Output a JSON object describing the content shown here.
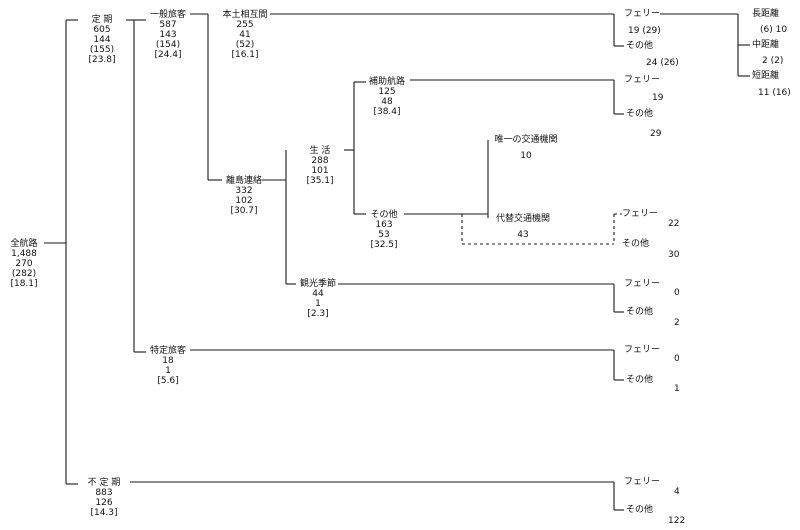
{
  "root": {
    "name": "全航路",
    "v1": "1,488",
    "v2": "270",
    "v3": "(282)",
    "v4": "[18.1]"
  },
  "teiki": {
    "name": "定 期",
    "v1": "605",
    "v2": "144",
    "v3": "(155)",
    "v4": "[23.8]"
  },
  "futeiki": {
    "name": "不 定 期",
    "v1": "883",
    "v2": "126",
    "v4": "[14.3]"
  },
  "ippan": {
    "name": "一般旅客",
    "v1": "587",
    "v2": "143",
    "v3": "(154)",
    "v4": "[24.4]"
  },
  "tokutei": {
    "name": "特定旅客",
    "v1": "18",
    "v2": "1",
    "v4": "[5.6]"
  },
  "hondo": {
    "name": "本土相互間",
    "v1": "255",
    "v2": "41",
    "v3": "(52)",
    "v4": "[16.1]"
  },
  "rito": {
    "name": "離島連絡",
    "v1": "332",
    "v2": "102",
    "v4": "[30.7]"
  },
  "seikatsu": {
    "name": "生 活",
    "v1": "288",
    "v2": "101",
    "v4": "[35.1]"
  },
  "kanko": {
    "name": "観光季節",
    "v1": "44",
    "v2": "1",
    "v4": "[2.3]"
  },
  "hojo": {
    "name": "補助航路",
    "v1": "125",
    "v2": "48",
    "v4": "[38.4]"
  },
  "sonota_mid": {
    "name": "その他",
    "v1": "163",
    "v2": "53",
    "v4": "[32.5]"
  },
  "yuiitsu": {
    "name": "唯一の交通機関",
    "v1": "10"
  },
  "daitai": {
    "name": "代替交通機関",
    "v1": "43"
  },
  "leaves": {
    "ferry": "フェリー",
    "other": "その他",
    "hondo_ferry": "19 (29)",
    "hondo_other": "24 (26)",
    "hojo_ferry": "19",
    "hojo_other": "29",
    "daitai_ferry": "22",
    "daitai_other": "30",
    "kanko_ferry": "0",
    "kanko_other": "2",
    "tokutei_ferry": "0",
    "tokutei_other": "1",
    "futeiki_ferry": "4",
    "futeiki_other": "122"
  },
  "distance": {
    "long": "長距離",
    "long_v": "(6) 10",
    "mid": "中距離",
    "mid_v": "2 (2)",
    "short": "短距離",
    "short_v": "11 (16)"
  }
}
